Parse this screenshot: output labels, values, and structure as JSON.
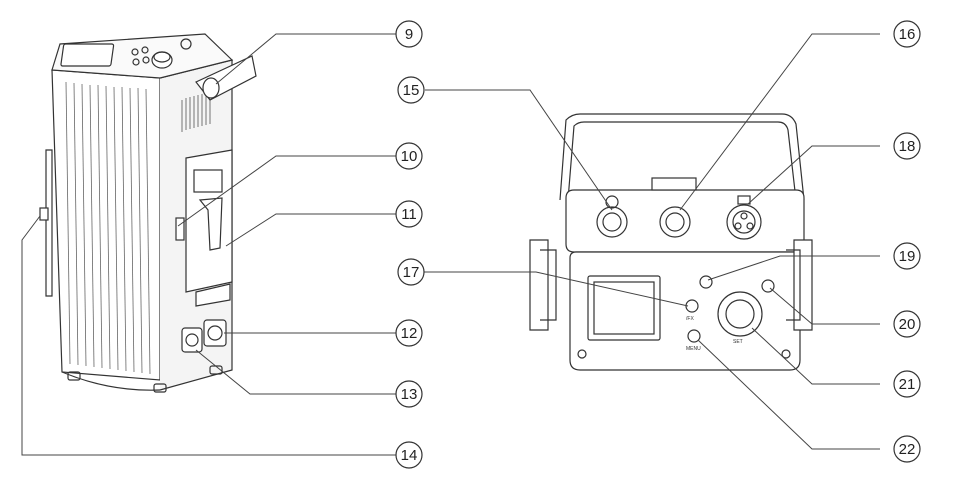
{
  "diagram": {
    "callouts": [
      {
        "id": "9",
        "label": "9"
      },
      {
        "id": "10",
        "label": "10"
      },
      {
        "id": "11",
        "label": "11"
      },
      {
        "id": "12",
        "label": "12"
      },
      {
        "id": "13",
        "label": "13"
      },
      {
        "id": "14",
        "label": "14"
      },
      {
        "id": "15",
        "label": "15"
      },
      {
        "id": "16",
        "label": "16"
      },
      {
        "id": "17",
        "label": "17"
      },
      {
        "id": "18",
        "label": "18"
      },
      {
        "id": "19",
        "label": "19"
      },
      {
        "id": "20",
        "label": "20"
      },
      {
        "id": "21",
        "label": "21"
      },
      {
        "id": "22",
        "label": "22"
      }
    ],
    "panel_labels": {
      "fx": "/FX",
      "set": "SET",
      "menu": "MENU"
    }
  }
}
